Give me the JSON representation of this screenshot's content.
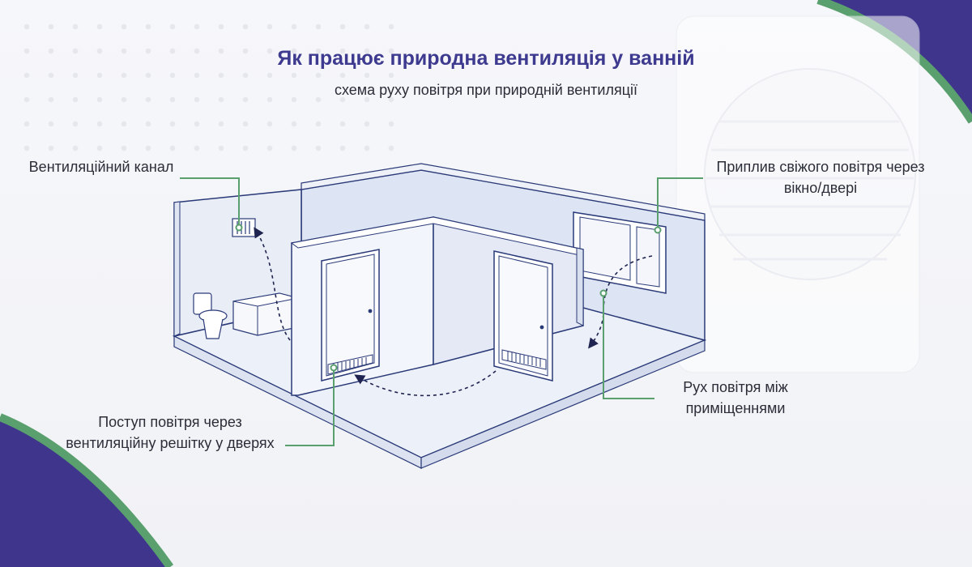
{
  "header": {
    "title": "Як працює природна вентиляція у ванній",
    "subtitle": "схема руху повітря при природній вентиляції"
  },
  "labels": {
    "duct": "Вентиляційний канал",
    "fresh_air": "Приплив свіжого повітря через вікно/двері",
    "inlet": "Поступ повітря через вентиляційну решітку у дверях",
    "movement": "Рух повітря між приміщеннями"
  },
  "colors": {
    "title": "#3d3a8f",
    "accent_purple": "#3f358c",
    "accent_green": "#5a9f6e",
    "wall_fill": "#e6ebf6",
    "outline": "#2a3a78"
  }
}
